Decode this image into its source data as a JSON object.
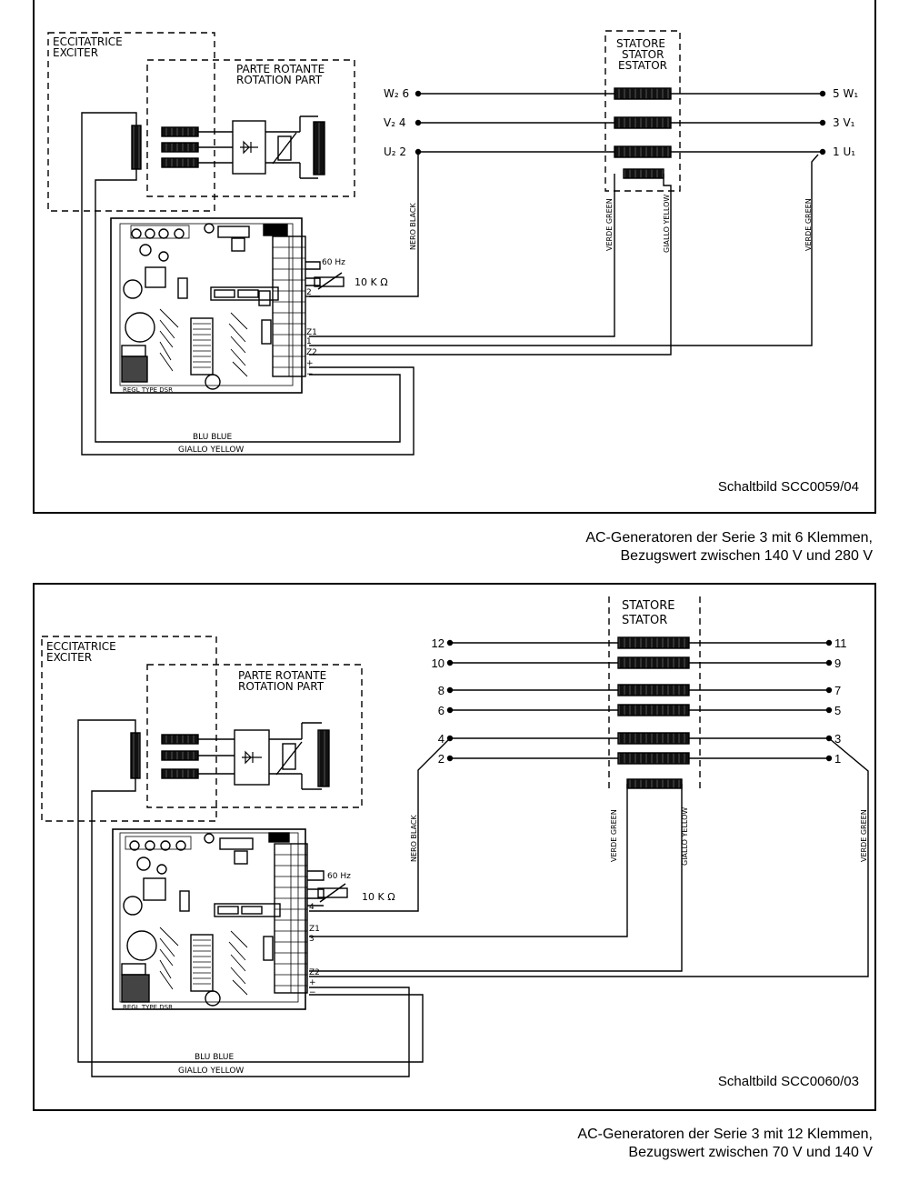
{
  "diagram1": {
    "exciter_label_it": "ECCITATRICE",
    "exciter_label_en": "EXCITER",
    "rotating_label_it": "PARTE ROTANTE",
    "rotating_label_en": "ROTATION PART",
    "stator_label_it": "STATORE",
    "stator_label_en": "STATOR",
    "stator_label_es": "ESTATOR",
    "left_terminals": [
      "W₂ 6",
      "V₂ 4",
      "U₂ 2"
    ],
    "right_terminals": [
      "5  W₁",
      "3  V₁",
      "1  U₁"
    ],
    "wire_nero": "NERO BLACK",
    "wire_verde1": "VERDE GREEN",
    "wire_giallo": "GIALLO YELLOW",
    "wire_verde2": "VERDE GREEN",
    "freq_label": "60 Hz",
    "pot_label": "10 K Ω",
    "reg_terminals": [
      "2",
      "Z1",
      "1",
      "Z2",
      "+",
      "−"
    ],
    "reg_type": "REGL TYPE DSR",
    "blu_label": "BLU BLUE",
    "giallo_label": "GIALLO YELLOW",
    "drawing_ref": "Schaltbild SCC0059/04"
  },
  "caption1": {
    "line1": "AC-Generatoren der Serie 3 mit 6 Klemmen,",
    "line2": "Bezugswert zwischen 140 V und 280 V"
  },
  "diagram2": {
    "exciter_label_it": "ECCITATRICE",
    "exciter_label_en": "EXCITER",
    "rotating_label_it": "PARTE ROTANTE",
    "rotating_label_en": "ROTATION PART",
    "stator_label_it": "STATORE",
    "stator_label_en": "STATOR",
    "left_terminals": [
      "12",
      "10",
      "8",
      "6",
      "4",
      "2"
    ],
    "right_terminals": [
      "11",
      "9",
      "7",
      "5",
      "3",
      "1"
    ],
    "wire_nero": "NERO BLACK",
    "wire_verde1": "VERDE GREEN",
    "wire_giallo": "GIALLO YELLOW",
    "wire_verde2": "VERDE GREEN",
    "freq_label": "60 Hz",
    "pot_label": "10 K Ω",
    "reg_terminals": [
      "4",
      "Z1",
      "3",
      "Z2",
      "+",
      "−"
    ],
    "reg_type": "REGL TYPE DSR",
    "blu_label": "BLU BLUE",
    "giallo_label": "GIALLO YELLOW",
    "drawing_ref": "Schaltbild SCC0060/03"
  },
  "caption2": {
    "line1": "AC-Generatoren der Serie 3 mit 12 Klemmen,",
    "line2": "Bezugswert zwischen 70 V und 140 V"
  }
}
